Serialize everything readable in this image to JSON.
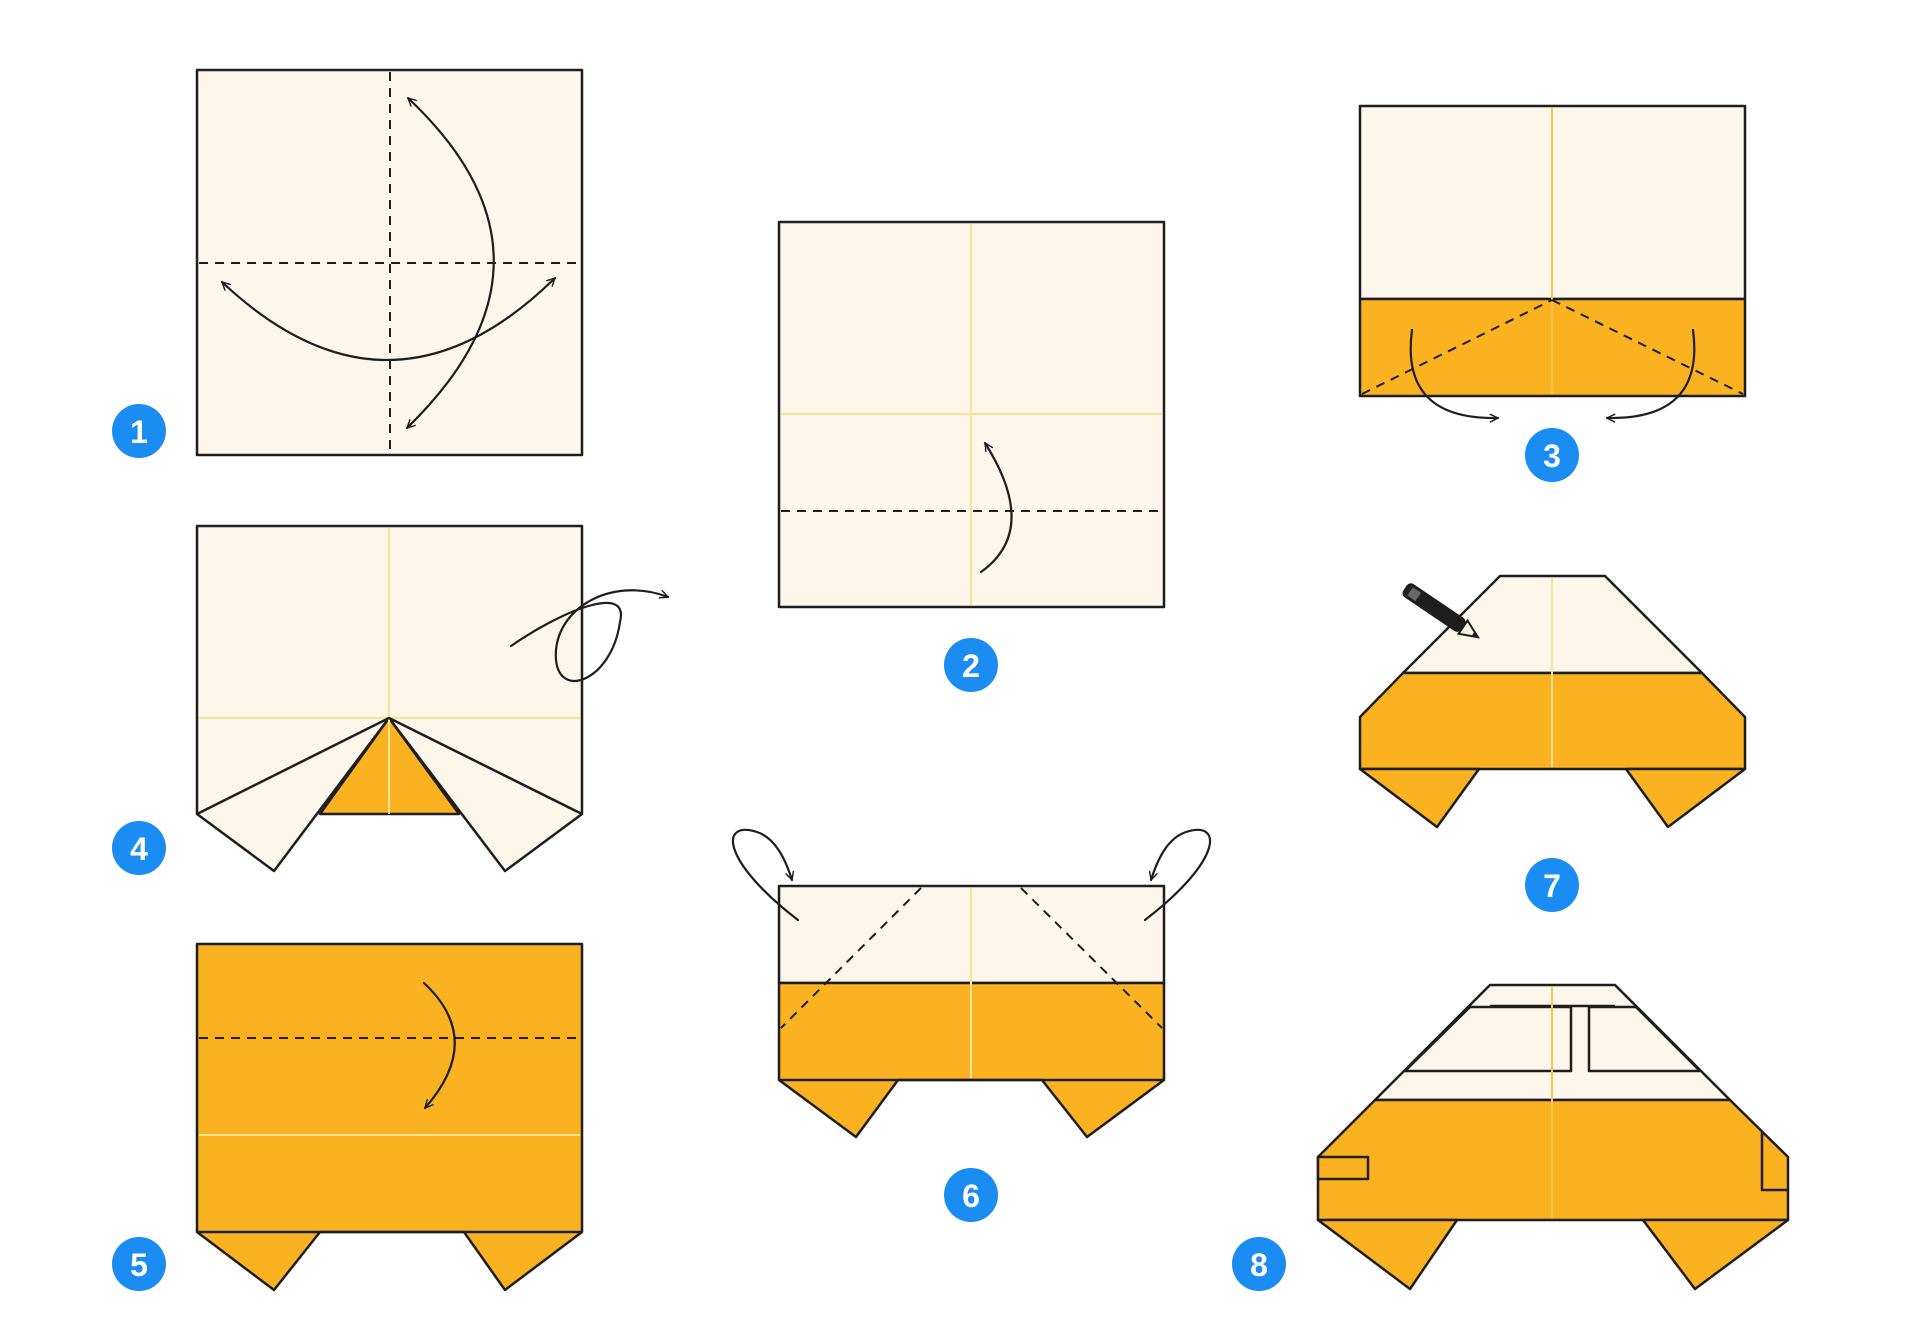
{
  "steps": [
    {
      "number": "1"
    },
    {
      "number": "2"
    },
    {
      "number": "3"
    },
    {
      "number": "4"
    },
    {
      "number": "5"
    },
    {
      "number": "6"
    },
    {
      "number": "7"
    },
    {
      "number": "8"
    }
  ],
  "colors": {
    "paper_cream": "#fcf7ea",
    "paper_orange": "#fab220",
    "outline": "#1e1e1e",
    "crease": "#fcc34f",
    "badge": "#1a8cf2",
    "badge_text": "#ffffff"
  },
  "icons": {
    "fold_arrow": "curved-arrow-icon",
    "turn_over": "turn-over-icon",
    "pencil": "pencil-icon"
  }
}
